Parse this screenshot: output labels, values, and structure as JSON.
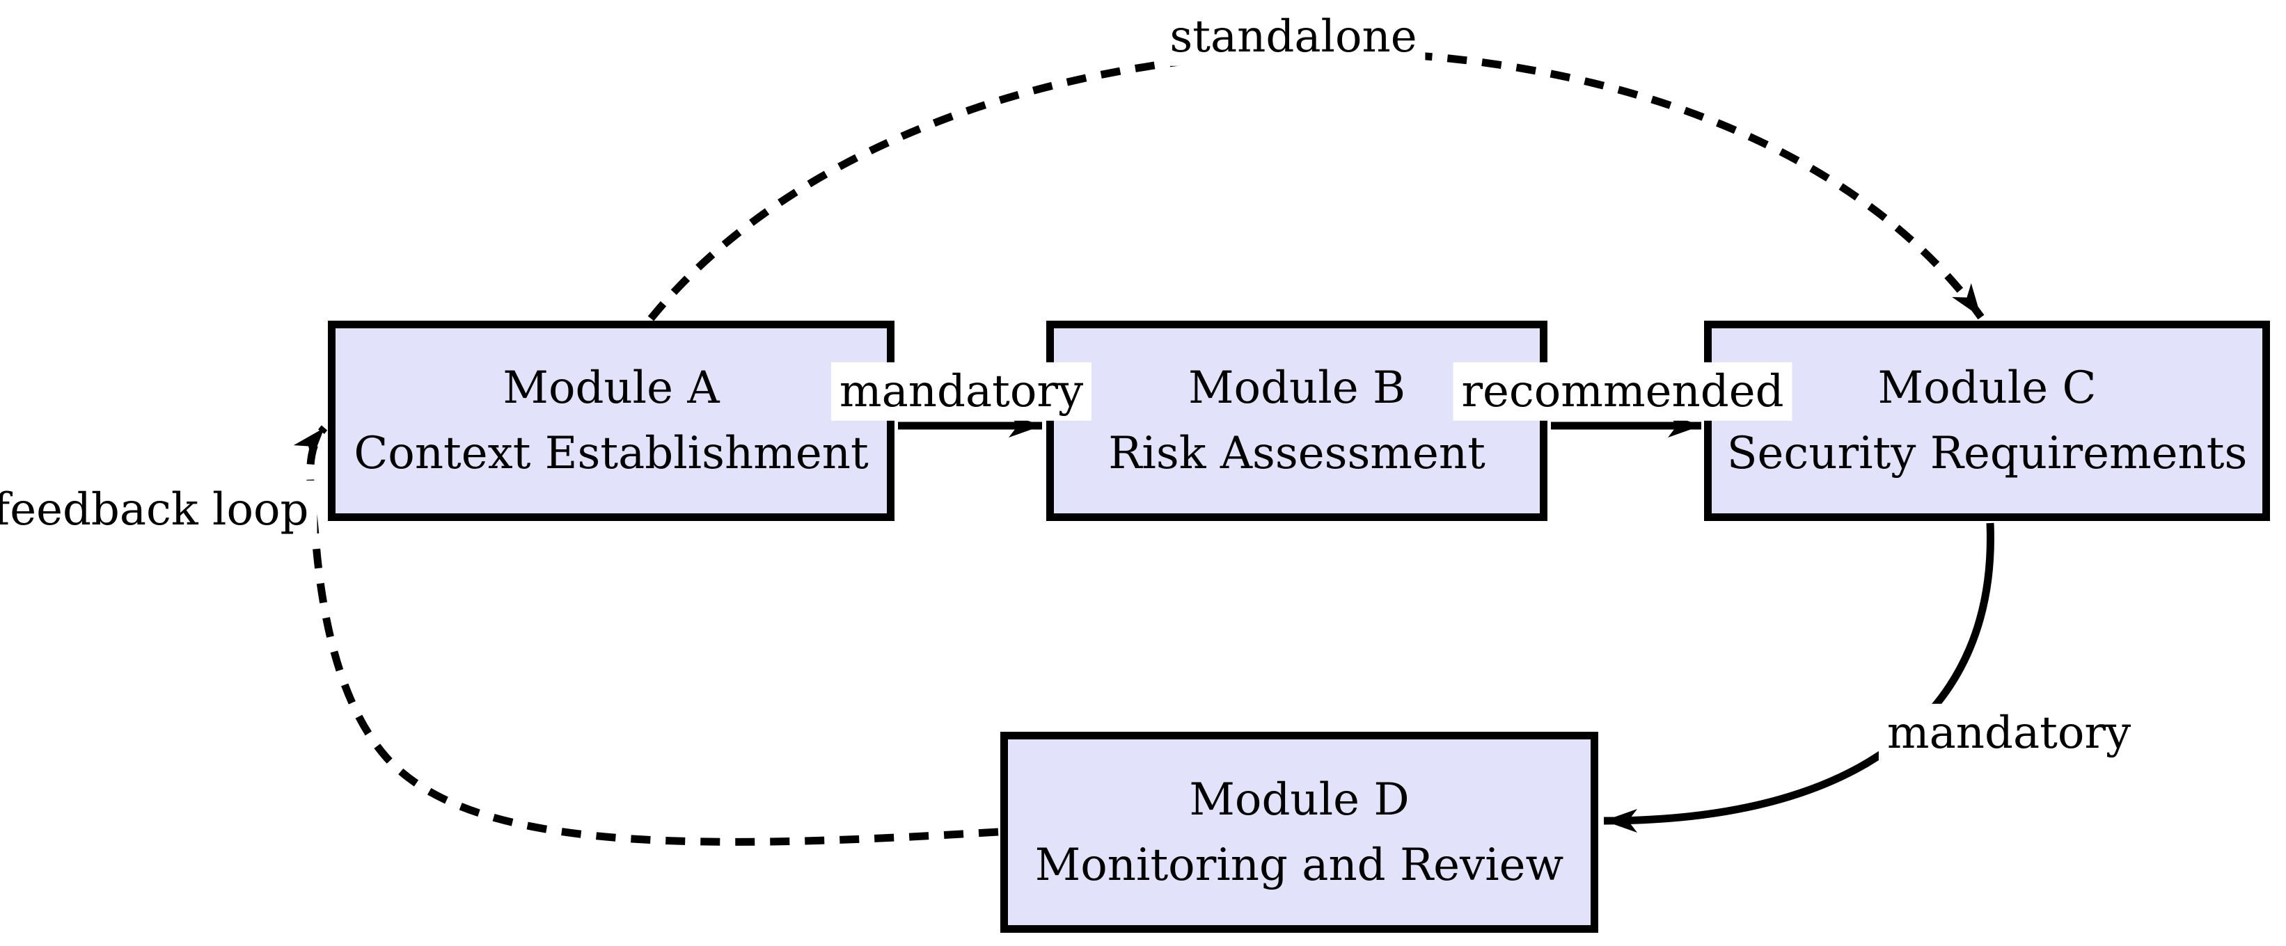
{
  "diagram": {
    "modules": {
      "a": {
        "line1": "Module A",
        "line2": "Context Establishment"
      },
      "b": {
        "line1": "Module B",
        "line2": "Risk Assessment"
      },
      "c": {
        "line1": "Module C",
        "line2": "Security Requirements"
      },
      "d": {
        "line1": "Module D",
        "line2": "Monitoring and Review"
      }
    },
    "edges": {
      "a_to_b": {
        "label": "mandatory",
        "style": "solid",
        "from": "Module A",
        "to": "Module B"
      },
      "b_to_c": {
        "label": "recommended",
        "style": "solid",
        "from": "Module B",
        "to": "Module C"
      },
      "a_to_c": {
        "label": "standalone",
        "style": "dashed",
        "from": "Module A",
        "to": "Module C"
      },
      "c_to_d": {
        "label": "mandatory",
        "style": "solid",
        "from": "Module C",
        "to": "Module D"
      },
      "d_to_a": {
        "label": "feedback loop",
        "style": "dashed",
        "from": "Module D",
        "to": "Module A"
      }
    },
    "colors": {
      "module_fill": "#e2e2fa",
      "module_border": "#000000",
      "arrow": "#000000",
      "label_background": "#ffffff",
      "canvas": "#ffffff"
    }
  }
}
